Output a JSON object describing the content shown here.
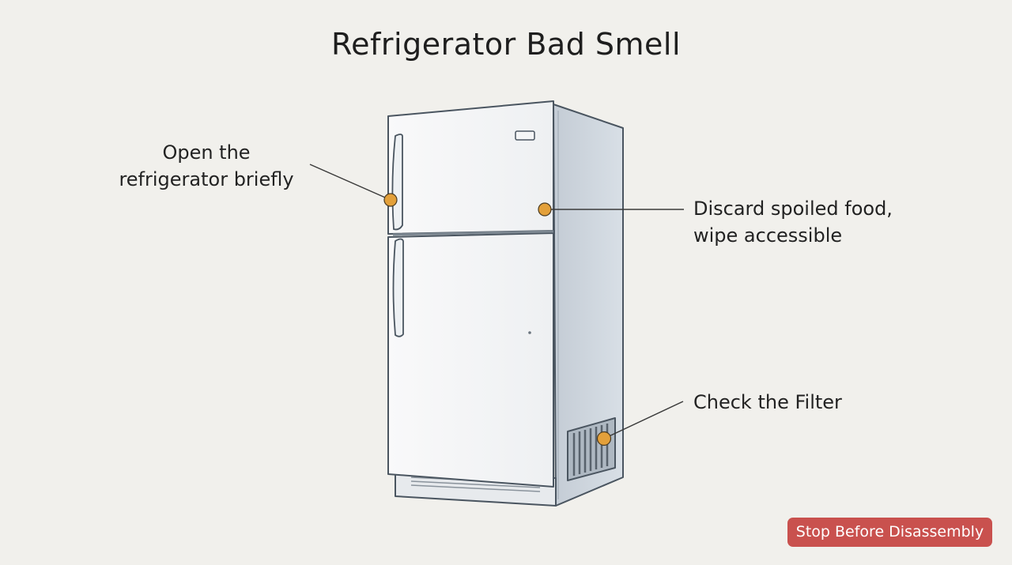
{
  "title": "Refrigerator Bad Smell",
  "callouts": [
    {
      "lines": [
        "Open the",
        "refrigerator briefly"
      ]
    },
    {
      "lines": [
        "Discard spoiled food,",
        "wipe accessible"
      ]
    },
    {
      "lines": [
        "Check the Filter"
      ]
    }
  ],
  "warning": {
    "label": "Stop Before Disassembly"
  },
  "colors": {
    "background": "#f1f0ec",
    "marker": "#e3a03a",
    "warning": "#c9514e",
    "fridge_body": "#f4f5f6",
    "fridge_side": "#cfd7df",
    "outline": "#4a5560"
  }
}
